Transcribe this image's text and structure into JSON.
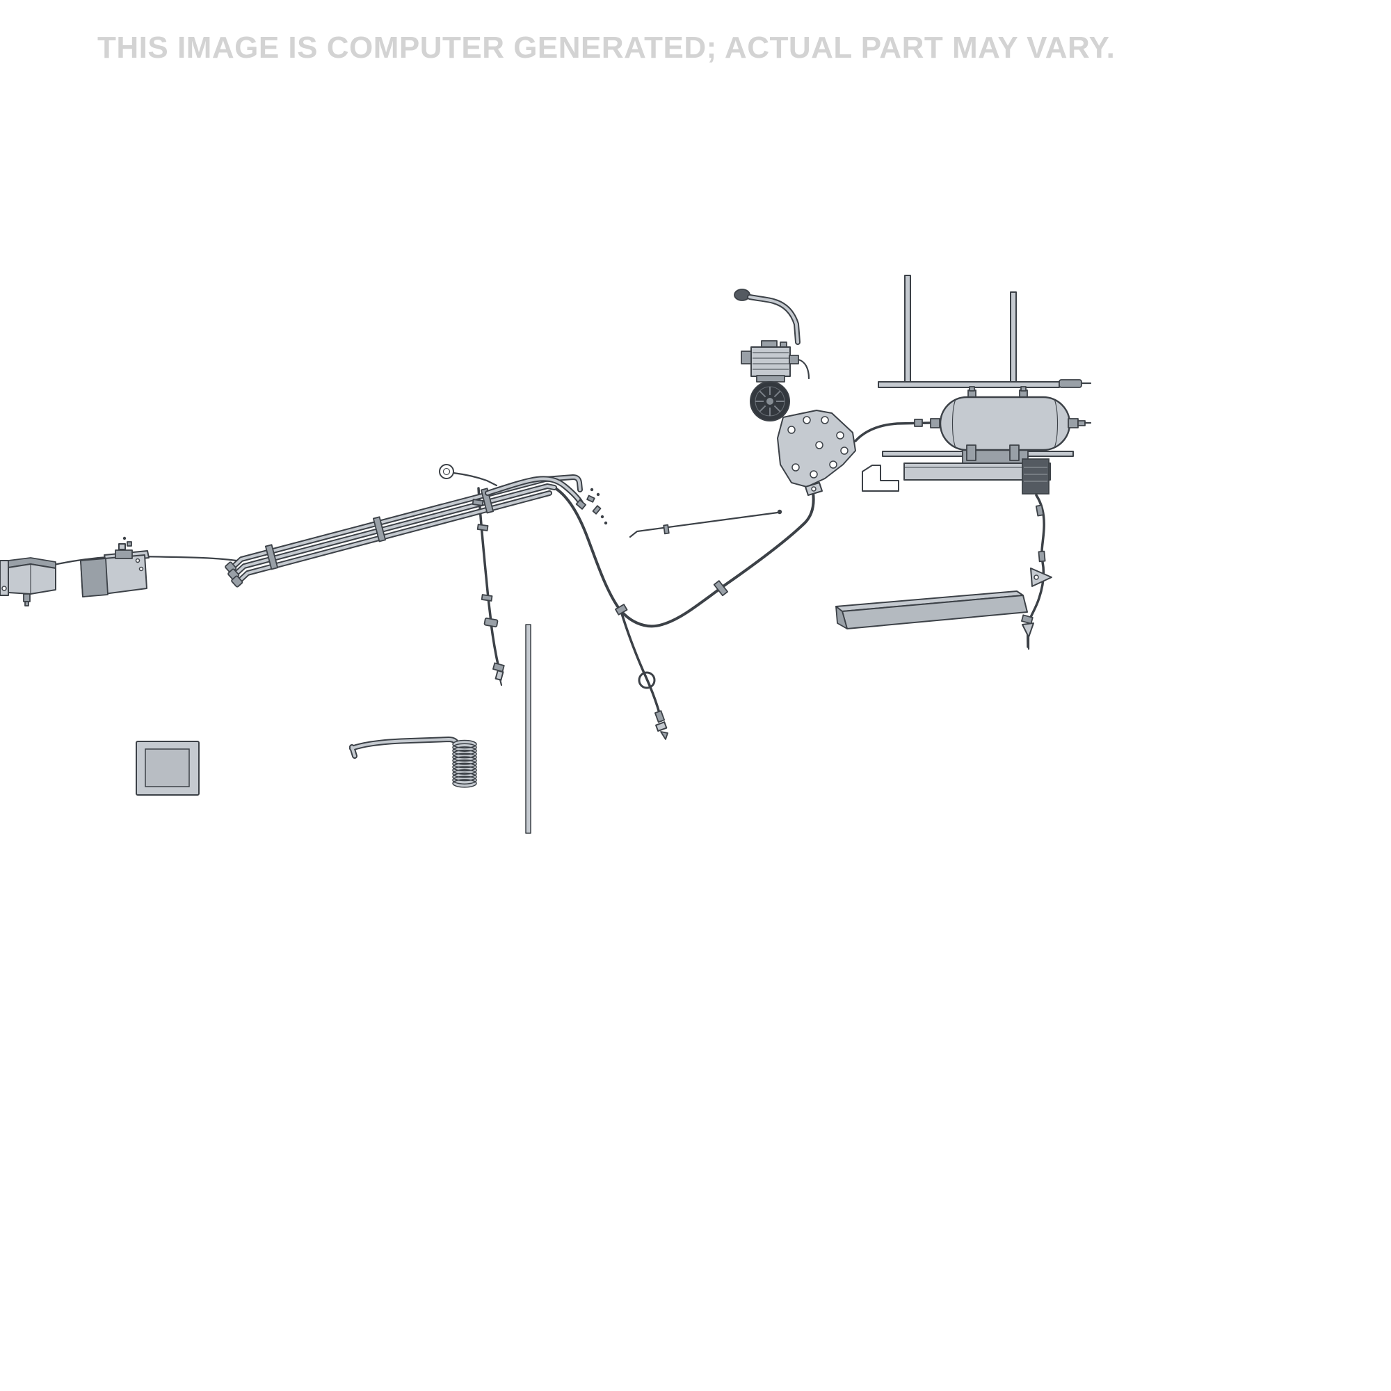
{
  "watermark": {
    "text": "THIS IMAGE IS COMPUTER GENERATED; ACTUAL PART MAY VARY."
  },
  "colors": {
    "background": "#ffffff",
    "watermark_text": "#d3d3d3",
    "part_fill": "#c5cad0",
    "part_fill_dark": "#99a0a7",
    "part_fill_darker": "#545a61",
    "outline": "#3c4147"
  },
  "parts": [
    "frame-post-left",
    "frame-post-right",
    "frame-crossbar",
    "air-tank",
    "tank-mount-channel",
    "valve-block",
    "compressor",
    "compressor-motor",
    "compressor-lever",
    "compressor-mounting-plate",
    "tube-rail-assembly",
    "air-hose-main",
    "air-hose-left-drop",
    "air-hose-branch",
    "air-hose-right-drop",
    "straight-air-line",
    "left-bracket-small",
    "left-bracket-large",
    "square-mounting-plate",
    "coiled-hose",
    "vertical-rod",
    "angled-panel",
    "corner-bracket",
    "fittings-and-clamps"
  ]
}
